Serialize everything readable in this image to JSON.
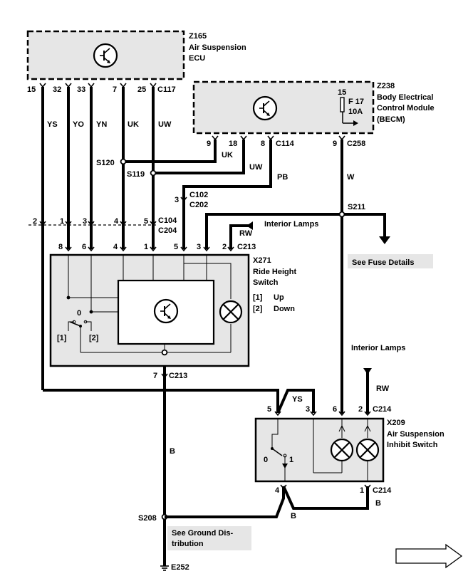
{
  "components": {
    "ecu": {
      "id": "Z165",
      "name_1": "Air Suspension",
      "name_2": "ECU"
    },
    "becm": {
      "id": "Z238",
      "name_1": "Body Electrical",
      "name_2": "Control Module",
      "name_3": "(BECM)",
      "fuse_pin": "15",
      "fuse_id": "F 17",
      "fuse_rating": "10A"
    },
    "ride_height": {
      "id": "X271",
      "name_1": "Ride Height",
      "name_2": "Switch",
      "legend_1_key": "[1]",
      "legend_1_val": "Up",
      "legend_2_key": "[2]",
      "legend_2_val": "Down",
      "pos_0": "0",
      "pos_1": "[1]",
      "pos_2": "[2]"
    },
    "inhibit": {
      "id": "X209",
      "name_1": "Air Suspension",
      "name_2": "Inhibit Switch",
      "pos_0": "0",
      "pos_1": "1"
    }
  },
  "connectors": {
    "c117": "C117",
    "c114": "C114",
    "c258": "C258",
    "c102": "C102",
    "c202": "C202",
    "c104": "C104",
    "c204": "C204",
    "c213_top": "C213",
    "c213_bottom": "C213",
    "c214_top": "C214",
    "c214_bottom": "C214"
  },
  "pins": {
    "ecu": [
      "15",
      "32",
      "33",
      "7",
      "25"
    ],
    "becm": [
      "9",
      "18",
      "8"
    ],
    "becm_right": "9",
    "c102": "3",
    "c104": [
      "2",
      "1",
      "3",
      "4",
      "5"
    ],
    "c213": [
      "8",
      "6",
      "4",
      "1",
      "5",
      "3",
      "2"
    ],
    "c213_bottom": "7",
    "c214_top": [
      "5",
      "3",
      "6",
      "2"
    ],
    "c214_bottom": [
      "4",
      "1"
    ]
  },
  "wires": {
    "ys": "YS",
    "yo": "YO",
    "yn": "YN",
    "uk": "UK",
    "uw": "UW",
    "uk2": "UK",
    "uw2": "UW",
    "pb": "PB",
    "w": "W",
    "rw1": "RW",
    "ys2": "YS",
    "rw2": "RW",
    "b1": "B",
    "b2": "B",
    "b3": "B"
  },
  "splices": {
    "s120": "S120",
    "s119": "S119",
    "s211": "S211",
    "s208": "S208"
  },
  "labels": {
    "interior_lamps_1": "Interior Lamps",
    "fuse_details": "See Fuse Details",
    "interior_lamps_2": "Interior Lamps",
    "ground_1": "See Ground Dis-",
    "ground_2": "tribution",
    "ground_id": "E252"
  }
}
